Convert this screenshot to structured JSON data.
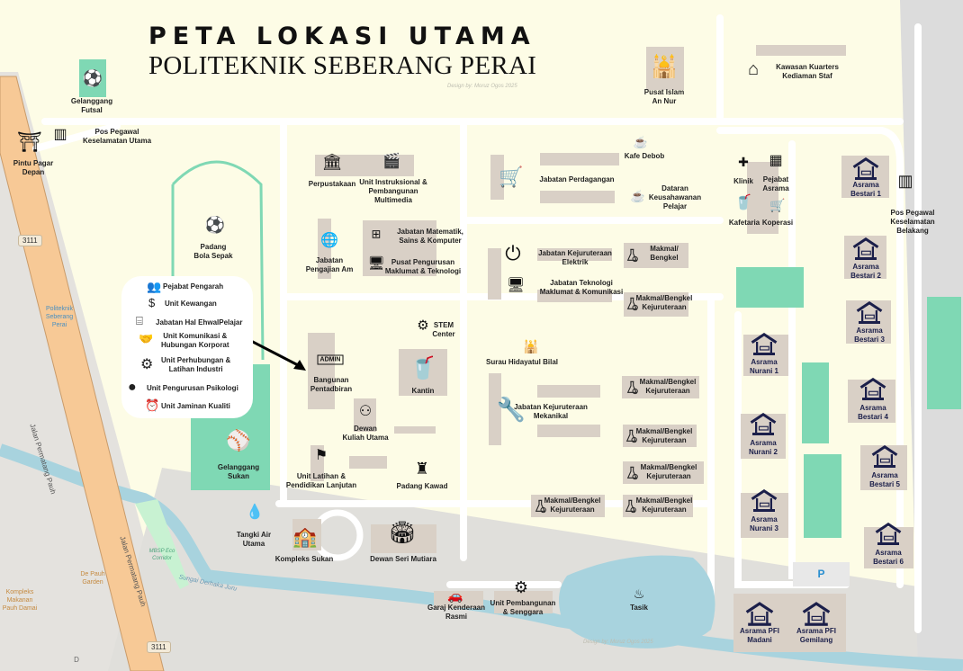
{
  "header": {
    "title": "PETA LOKASI UTAMA",
    "subtitle": "POLITEKNIK SEBERANG PERAI",
    "credit": "Design by: Moruz Ogos 2025"
  },
  "colors": {
    "background": "#fdfce6",
    "green_space": "#7fd8b4",
    "building": "#d9d0c6",
    "main_road": "#f7c996",
    "river": "#a8d3de",
    "hostel_icon": "#1b1f4a"
  },
  "info_box": {
    "items": [
      {
        "label": "Pejabat Pengarah",
        "icon": "people-icon"
      },
      {
        "label": "Unit Kewangan",
        "icon": "money-icon"
      },
      {
        "label": "Jabatan Hal EhwalPelajar",
        "icon": "desk-icon"
      },
      {
        "label": "Unit Komunikasi &\nHubungan Korporat",
        "icon": "handshake-icon"
      },
      {
        "label": "Unit Perhubungan &\nLatihan Industri",
        "icon": "gear-handshake-icon"
      },
      {
        "label": "Unit Pengurusan Psikologi",
        "icon": "head-icon"
      },
      {
        "label": "Unit Jaminan Kualiti",
        "icon": "clock-check-icon"
      }
    ]
  },
  "places": {
    "futsal": "Gelanggang\nFutsal",
    "pos_utama": "Pos Pegawal\nKeselamatan Utama",
    "pintu": "Pintu Pagar\nDepan",
    "padang": "Padang\nBola Sepak",
    "gel_sukan": "Gelanggang\nSukan",
    "pentadbiran": "Bangunan\nPentadbiran",
    "admin_sign": "ADMIN",
    "stem": "STEM\nCenter",
    "kantin": "Kantin",
    "dewan_kuliah": "Dewan\nKuliah Utama",
    "ulpl": "Unit Latihan &\nPendidikan Lanjutan",
    "kawad": "Padang Kawad",
    "perpustakaan": "Perpustakaan",
    "instruksional": "Unit Instruksional &\nPembangunan\nMultimedia",
    "pengajian_am": "Jabatan\nPengajian Am",
    "matematik": "Jabatan Matematik,\nSains & Komputer",
    "ppmt": "Pusat Pengurusan\nMaklumat & Teknologi",
    "perdagangan": "Jabatan Perdagangan",
    "kafe_debob": "Kafe Debob",
    "dataran": "Dataran\nKeusahawanan\nPelajar",
    "pusat_islam": "Pusat Islam\nAn Nur",
    "kuarters": "Kawasan Kuarters\nKediaman Staf",
    "klinik": "Klinik",
    "pejabat_asrama": "Pejabat\nAsrama",
    "kafetaria": "Kafetaria",
    "koperasi": "Koperasi",
    "pos_belakang": "Pos Pegawal\nKeselamatan Belakang",
    "elektrik": "Jabatan Kejuruteraan\nElektrik",
    "jtmk": "Jabatan Teknologi\nMaklumat & Komunikasi",
    "makmal1": "Makmal/\nBengkel",
    "makmal2": "Makmal/Bengkel\nKejuruteraan",
    "surau": "Surau Hidayatul Bilal",
    "mekanikal": "Jabatan Kejuruteraan\nMekanikal",
    "makmal3": "Makmal/Bengkel\nKejuruteraan",
    "makmal4": "Makmal/Bengkel\nKejuruteraan",
    "makmal5": "Makmal/Bengkel\nKejuruteraan",
    "makmal6": "Makmal/Bengkel\nKejuruteraan",
    "makmal7": "Makmal/Bengkel\nKejuruteraan",
    "tangki": "Tangki Air\nUtama",
    "kompleks_sukan": "Kompleks Sukan",
    "dewan_seri": "Dewan Seri Mutiara",
    "garaj": "Garaj Kenderaan\nRasmi",
    "senggara": "Unit Pembangunan\n& Senggara",
    "tasik": "Tasik"
  },
  "hostels": {
    "bestari1": "Asrama\nBestari 1",
    "bestari2": "Asrama\nBestari 2",
    "bestari3": "Asrama\nBestari 3",
    "bestari4": "Asrama\nBestari 4",
    "bestari5": "Asrama\nBestari 5",
    "bestari6": "Asrama\nBestari 6",
    "nurani1": "Asrama\nNurani 1",
    "nurani2": "Asrama\nNurani 2",
    "nurani3": "Asrama\nNurani 3",
    "madani": "Asrama PFI\nMadani",
    "gemilang": "Asrama PFI\nGemilang"
  },
  "basemap": {
    "route_number": "3111",
    "road_name": "Jalan Permatang Pauh",
    "poly_label": "Politeknik\nSeberang\nPerai",
    "eco_corridor": "MBSP Eco\nCorridor",
    "river_name": "Sungai Derhaka Juru",
    "de_pauh": "De Pauh\nGarden",
    "kompleks_makanan": "Kompleks\nMakanan\nPauh Damai",
    "d_label": "D",
    "parking": "P"
  }
}
